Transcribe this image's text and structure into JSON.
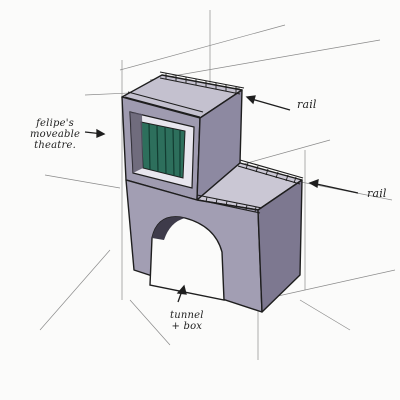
{
  "annotations": {
    "theatre": [
      "felipe's",
      "moveable",
      "theatre."
    ],
    "rail_upper": "rail",
    "rail_lower": "rail",
    "tunnel": [
      "tunnel",
      "+ box"
    ]
  },
  "colors": {
    "ink": "#1e1e1e",
    "shade_light": "#c4c1cf",
    "shade_mid": "#9f9bb0",
    "shade_dark": "#7d7890",
    "curtain_green": "#2d6f5c",
    "paper": "#fbfbfa"
  }
}
